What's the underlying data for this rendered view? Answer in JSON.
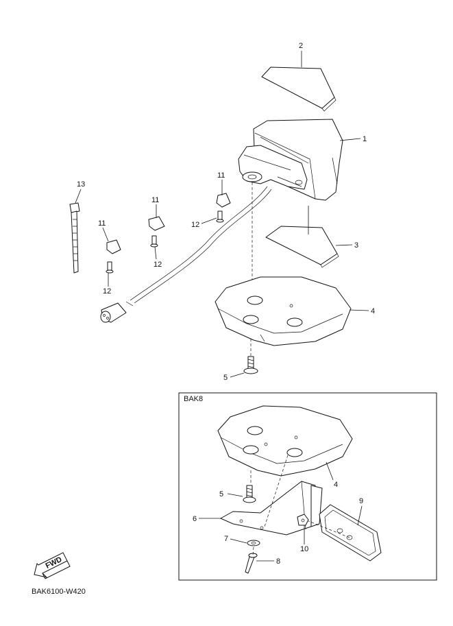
{
  "diagram": {
    "inset_label": "BAK8",
    "drawing_code": "BAK6100-W420",
    "fwd_label": "FWD",
    "callouts": [
      {
        "id": "c1",
        "text": "1"
      },
      {
        "id": "c2",
        "text": "2"
      },
      {
        "id": "c3",
        "text": "3"
      },
      {
        "id": "c4",
        "text": "4"
      },
      {
        "id": "c5",
        "text": "5"
      },
      {
        "id": "c11a",
        "text": "11"
      },
      {
        "id": "c11b",
        "text": "11"
      },
      {
        "id": "c11c",
        "text": "11"
      },
      {
        "id": "c12a",
        "text": "12"
      },
      {
        "id": "c12b",
        "text": "12"
      },
      {
        "id": "c12c",
        "text": "12"
      },
      {
        "id": "c13",
        "text": "13"
      },
      {
        "id": "c4b",
        "text": "4"
      },
      {
        "id": "c5b",
        "text": "5"
      },
      {
        "id": "c6",
        "text": "6"
      },
      {
        "id": "c7",
        "text": "7"
      },
      {
        "id": "c8",
        "text": "8"
      },
      {
        "id": "c9",
        "text": "9"
      },
      {
        "id": "c10",
        "text": "10"
      }
    ]
  }
}
